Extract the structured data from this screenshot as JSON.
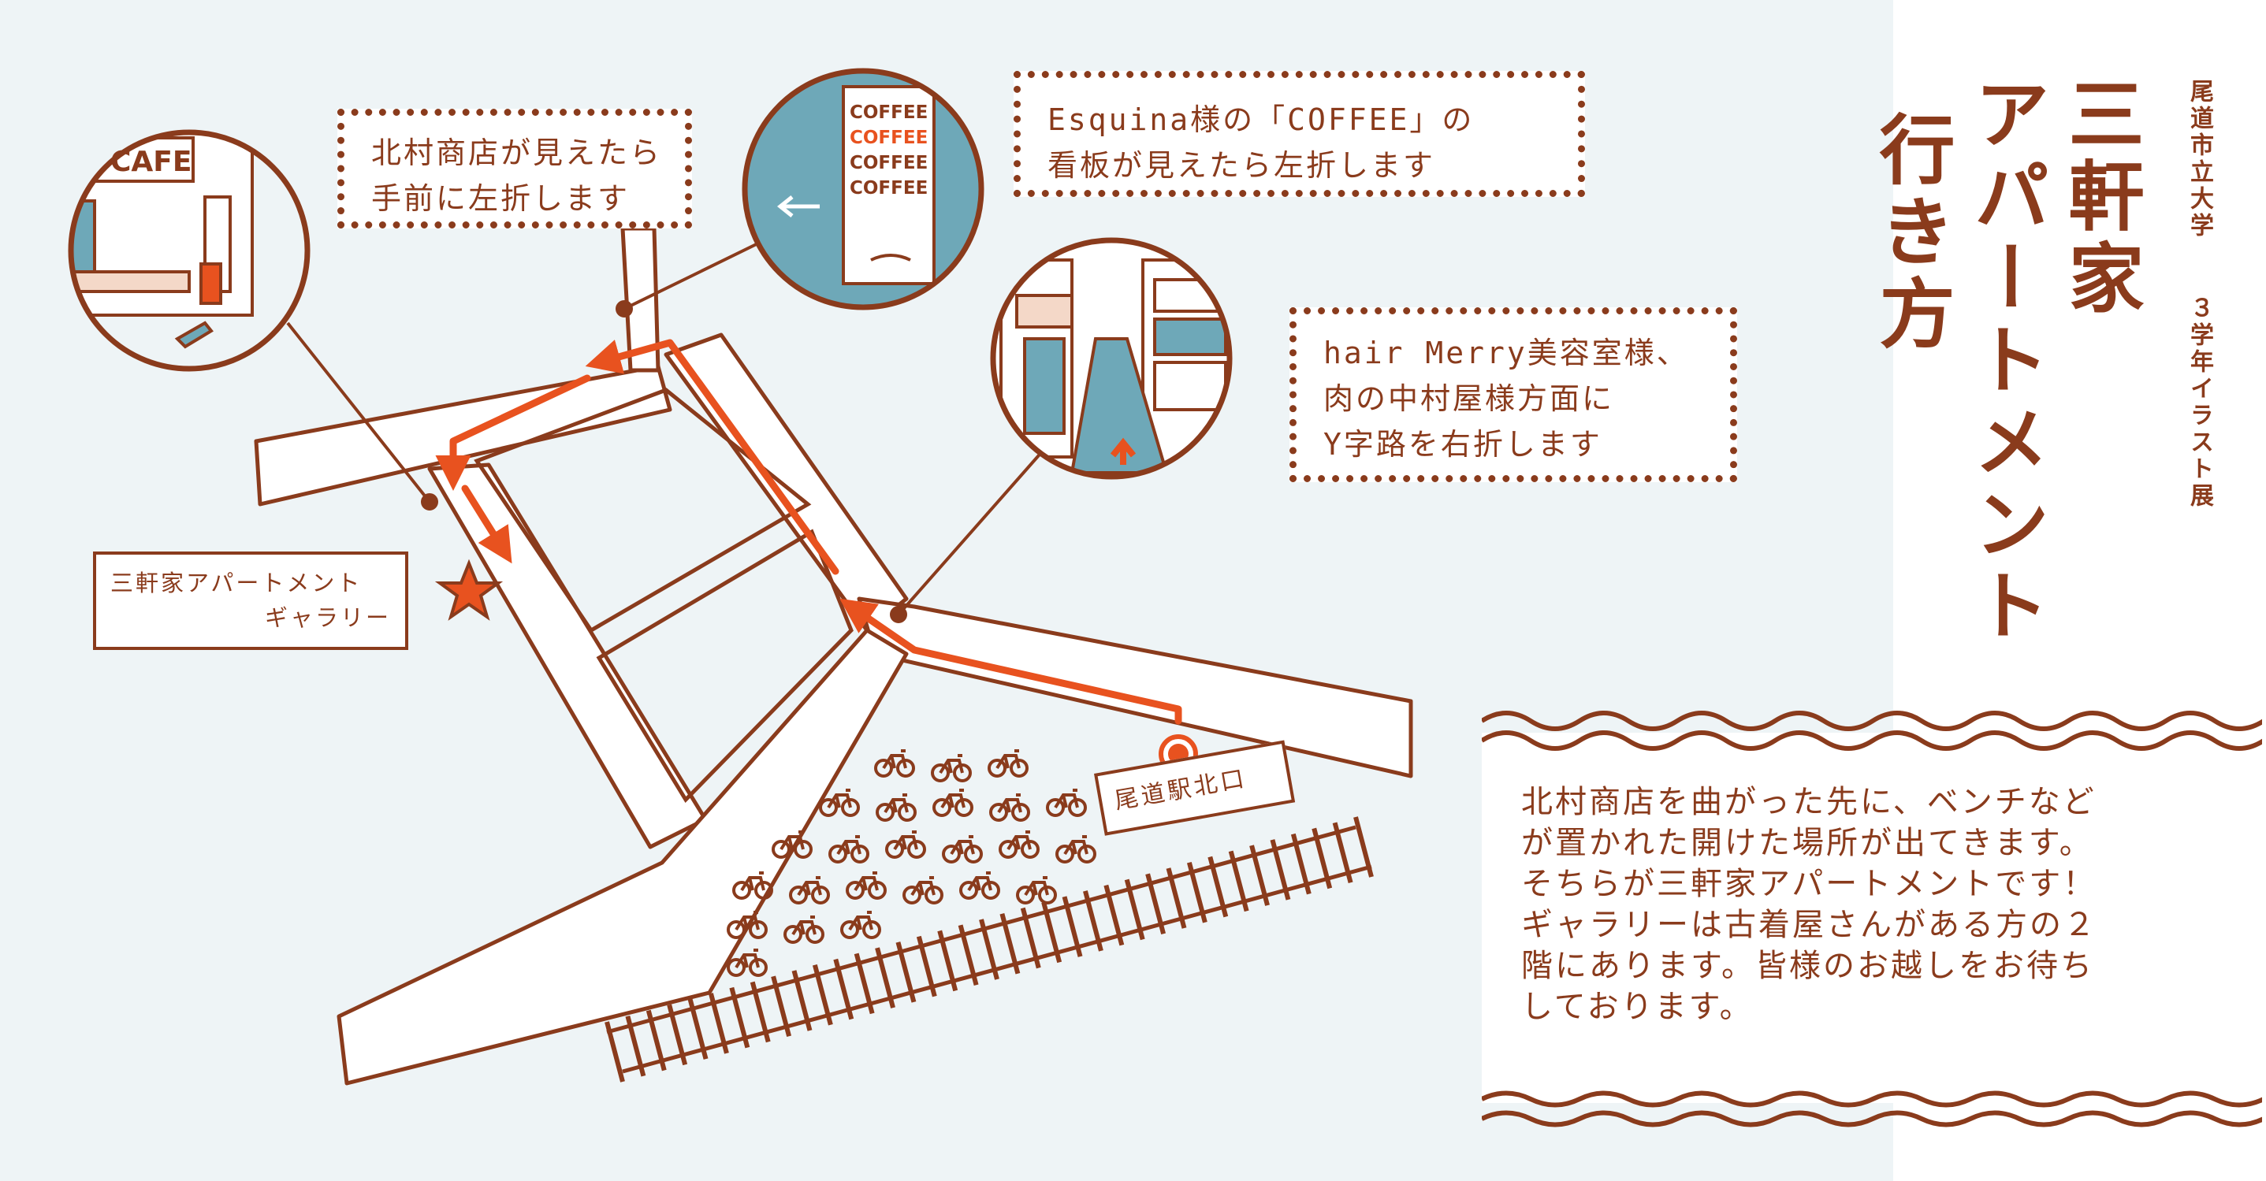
{
  "page": {
    "colors": {
      "background": "#eef4f6",
      "ink": "#8a3b1c",
      "route": "#e8521f",
      "road": "#ffffff",
      "badge_blue": "#6ea8b8"
    }
  },
  "title": {
    "columns": [
      "三軒家",
      "アパートメント",
      "行き方"
    ],
    "subtitle_columns": [
      "尾道市立大学",
      "３学年イラスト展"
    ]
  },
  "callouts": {
    "kitamura": {
      "lines": [
        "北村商店が見えたら",
        "手前に左折します"
      ]
    },
    "esquina": {
      "lines": [
        "Esquina様の「COFFEE」の",
        "看板が見えたら左折します"
      ]
    },
    "hair_merry": {
      "lines": [
        "hair Merry美容室様、",
        "肉の中村屋様方面に",
        "Y字路を右折します"
      ]
    }
  },
  "labels": {
    "destination": {
      "lines": [
        "三軒家アパートメント",
        "ギャラリー"
      ],
      "icon": "star-icon"
    },
    "station": {
      "text": "尾道駅北口",
      "icon": "start-point-icon"
    }
  },
  "badges": {
    "cafe": {
      "sign": "CAFE",
      "icon": "cafe-storefront-icon"
    },
    "coffee": {
      "sign_lines": [
        "COFFEE",
        "COFFEE",
        "COFFEE",
        "COFFEE"
      ],
      "icon": "coffee-sign-icon"
    },
    "street": {
      "icon": "y-junction-street-icon"
    }
  },
  "info": {
    "lines": [
      "北村商店を曲がった先に、ベンチなど",
      "が置かれた開けた場所が出てきます。",
      "そちらが三軒家アパートメントです！",
      "ギャラリーは古着屋さんがある方の２",
      "階にあります。皆様のお越しをお待ち",
      "しております。"
    ]
  },
  "icons": {
    "bicycle": "bicycle-icon",
    "railway": "railway-track-icon",
    "route_arrow": "route-arrow-icon"
  }
}
